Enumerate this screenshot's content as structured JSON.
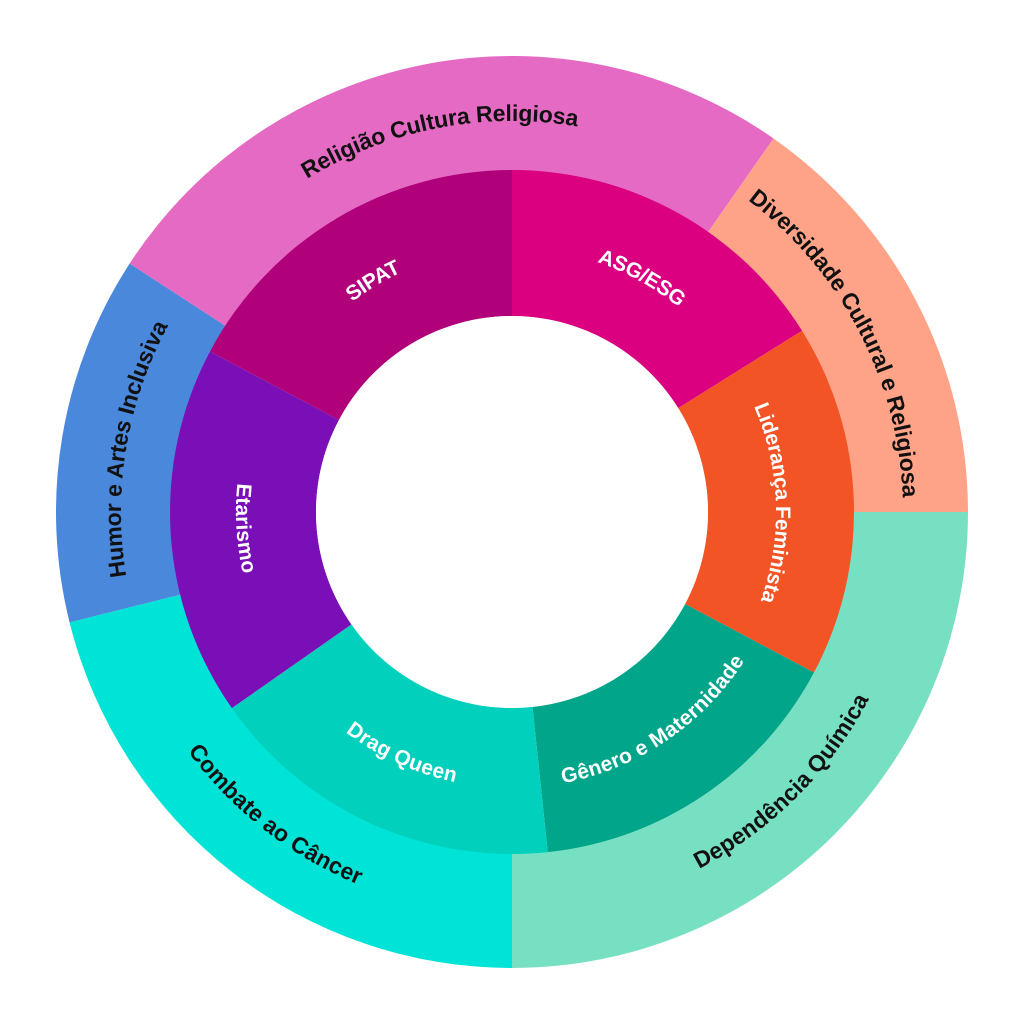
{
  "outer_ring": [
    {
      "label": "Religião Cultura Religiosa",
      "color": "#E56AC4"
    },
    {
      "label": "Diversidade Cultural e Religiosa",
      "color": "#FFA388"
    },
    {
      "label": "Dependência Química",
      "color": "#78E0C2"
    },
    {
      "label": "Combate ao Câncer",
      "color": "#00E4D8"
    },
    {
      "label": "Humor e Artes Inclusiva",
      "color": "#4A88DC"
    }
  ],
  "inner_ring": [
    {
      "label": "ASG/ESG",
      "color": "#DB0080"
    },
    {
      "label": "Liderança Feminista",
      "color": "#F25426"
    },
    {
      "label": "Gênero e Maternidade",
      "color": "#00A58A"
    },
    {
      "label": "Drag Queen",
      "color": "#00D0BC"
    },
    {
      "label": "Etarismo",
      "color": "#7A0FB8"
    },
    {
      "label": "SIPAT",
      "color": "#B0007A"
    }
  ]
}
